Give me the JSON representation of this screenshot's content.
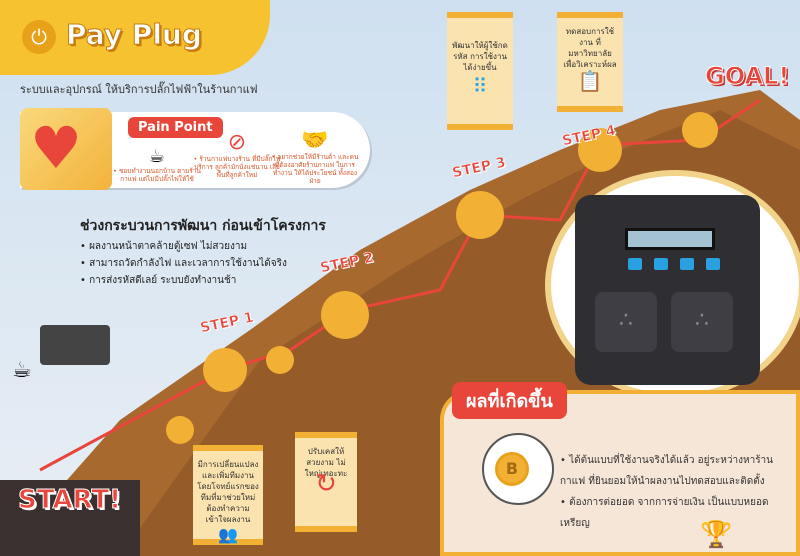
{
  "header": {
    "title": "Pay Plug",
    "subtitle": "ระบบและอุปกรณ์ ให้บริการปลั๊กไฟฟ้าในร้านกาแฟ",
    "icon": "plug-icon"
  },
  "pain_point": {
    "label": "Pain Point",
    "items": [
      {
        "icon": "coffee-cup-icon",
        "text": "• ชอบทำงานนอกบ้าน ตามร้านกาแฟ แต่ไม่มีปลั๊กไฟให้ใช้"
      },
      {
        "icon": "no-plug-icon",
        "text": "• ร้านกาแฟบางร้าน ที่มีปลั๊กไฟบริการ ลูกค้ามักนั่งแช่นาน เสียพื้นที่ลูกค้าใหม่"
      },
      {
        "icon": "handshake-icon",
        "text": "• อยากช่วยให้มีร้านค้า และคนที่ต้องอาศัยร้านกาแฟ ในการทำงาน ให้ได้ประโยชน์ ทั้งสองฝ่าย"
      }
    ]
  },
  "process": {
    "title": "ช่วงกระบวนการพัฒนา ก่อนเข้าโครงการ",
    "items": [
      "• ผลงานหน้าตาคล้ายตู้เซฟ ไม่สวยงาม",
      "• สามารถวัดกำลังไฟ และเวลาการใช้งานได้จริง",
      "• การส่งรหัสดีเลย์ ระบบยังทำงานช้า"
    ]
  },
  "steps": {
    "start": "START!",
    "step1": "STEP 1",
    "step2": "STEP 2",
    "step3": "STEP 3",
    "step4": "STEP 4",
    "goal": "GOAL!",
    "step1_text": "มีการเปลี่ยนแปลงและเพิ่มทีมงาน โดยโจทย์แรกของทีมที่มาช่วยใหม่ ต้องทำความเข้าใจผลงาน",
    "step2_text": "ปรับเคสให้สวยงาม ไม่ใหญ่เทอะทะ",
    "step3_text": "พัฒนาให้ผู้ใช้กดรหัส การใช้งานได้ง่ายขึ้น",
    "step4_text": "ทดสอบการใช้งาน ที่มหาวิทยาลัย เพื่อวิเคราะห์ผล"
  },
  "result": {
    "label": "ผลที่เกิดขึ้น",
    "items": [
      "• ได้ต้นแบบที่ใช้งานจริงได้แล้ว อยู่ระหว่างหาร้านกาแฟ ที่ยินยอมให้นำผลงานไปทดสอบและติดตั้ง",
      "• ต้องการต่อยอด จากการจ่ายเงิน เป็นแบบหยอดเหรียญ"
    ],
    "coin_symbol": "B"
  },
  "colors": {
    "accent": "#e8463a",
    "yellow": "#f6c22f",
    "brown": "#8a5a2b"
  }
}
